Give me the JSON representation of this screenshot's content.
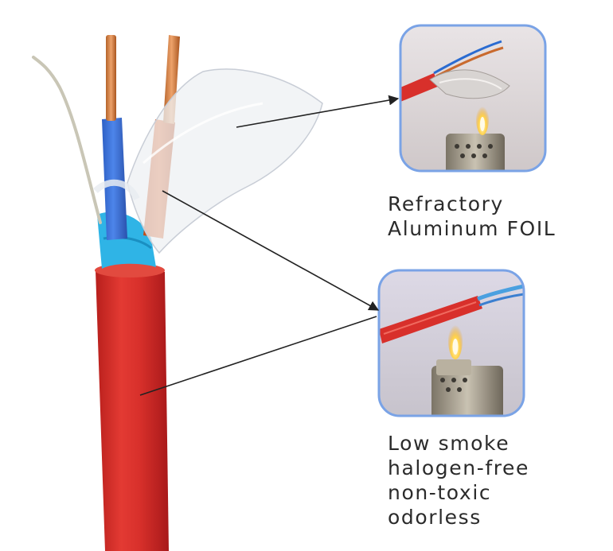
{
  "callouts": {
    "foil": {
      "lines": [
        "Refractory",
        "Aluminum FOIL"
      ]
    },
    "sheath": {
      "lines": [
        "Low smoke",
        "halogen-free",
        "non-toxic",
        "odorless"
      ]
    }
  },
  "colors": {
    "sheath_red": "#d8302b",
    "blue_core": "#3a6fd6",
    "orange_core": "#d5561f",
    "copper": "#cf7a3c",
    "frame_blue": "#7aa3e6",
    "arrow": "#222222"
  }
}
